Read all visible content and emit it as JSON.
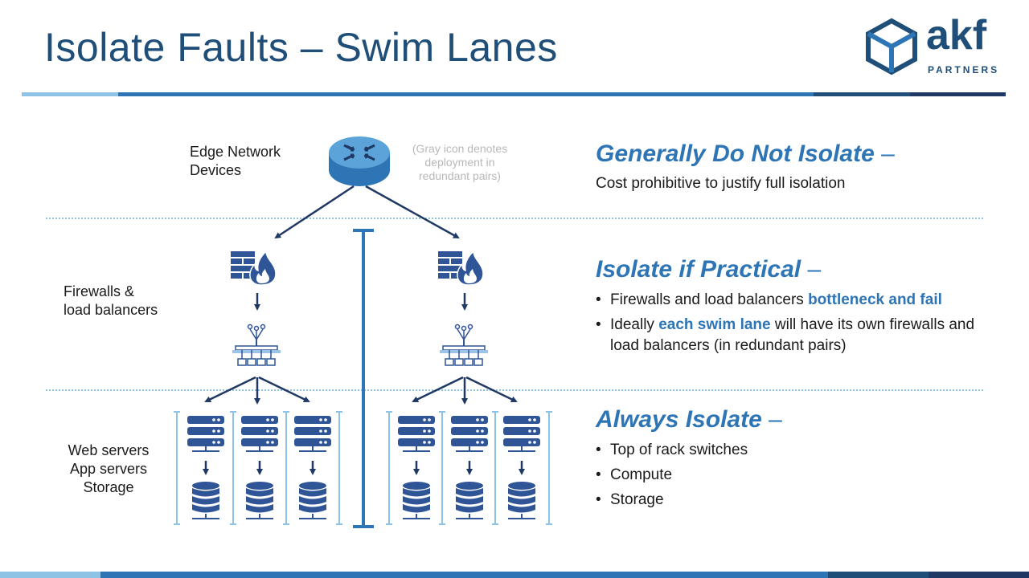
{
  "title": "Isolate Faults – Swim Lanes",
  "logo": {
    "word": "akf",
    "sub": "PARTNERS"
  },
  "labels": {
    "edge_line1": "Edge Network",
    "edge_line2": "Devices",
    "gray_note_line1": "(Gray icon denotes",
    "gray_note_line2": "deployment in",
    "gray_note_line3": "redundant pairs)",
    "fw_line1": "Firewalls &",
    "fw_line2": "load balancers",
    "srv_line1": "Web servers",
    "srv_line2": "App servers",
    "srv_line3": "Storage"
  },
  "sections": [
    {
      "heading": "Generally Do Not Isolate",
      "dash": "–",
      "text": "Cost prohibitive to justify full isolation"
    },
    {
      "heading": "Isolate if Practical",
      "dash": "–",
      "bullets": [
        {
          "pre": "Firewalls and load balancers ",
          "hl": "bottleneck and fail",
          "post": ""
        },
        {
          "pre": "Ideally ",
          "hl": "each swim lane",
          "post": " will have its own firewalls and load balancers (in redundant pairs)"
        }
      ]
    },
    {
      "heading": "Always Isolate",
      "dash": "–",
      "bullets": [
        {
          "pre": "Top of rack switches",
          "hl": "",
          "post": ""
        },
        {
          "pre": "Compute",
          "hl": "",
          "post": ""
        },
        {
          "pre": "Storage",
          "hl": "",
          "post": ""
        }
      ]
    }
  ],
  "bullet_char": "•",
  "colors": {
    "title": "#1f4e79",
    "accent": "#2e75b6",
    "light_blue": "#8fc3e6",
    "navy": "#1f3864",
    "icon_blue": "#2f5597"
  },
  "icons": [
    "router-icon",
    "firewall-icon",
    "load-balancer-icon",
    "server-rack-icon",
    "database-icon",
    "akf-cube-logo"
  ]
}
